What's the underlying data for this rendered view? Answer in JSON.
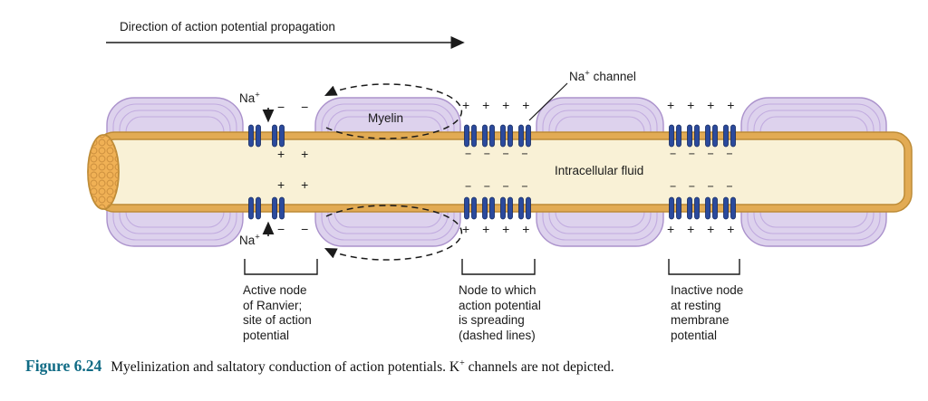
{
  "propagation": {
    "label": "Direction of action potential propagation"
  },
  "labels": {
    "myelin": "Myelin",
    "intracellular": "Intracellular fluid",
    "na": {
      "base": "Na",
      "sup": "+"
    },
    "na_channel": {
      "base": "Na",
      "sup": "+",
      "rest": " channel"
    }
  },
  "signs": {
    "n1_top_out": "− −",
    "n1_top_in": "+ +",
    "n1_bot_in": "+ +",
    "n1_bot_out": "− −",
    "n2_top_out": "+ + + +",
    "n2_top_in": "− − − −",
    "n2_bot_in": "− − − −",
    "n2_bot_out": "+ + + +",
    "n3_top_out": "+ + + +",
    "n3_top_in": "− − − −",
    "n3_bot_in": "− − − −",
    "n3_bot_out": "+ + + +"
  },
  "annotations": {
    "node1": "Active node\nof Ranvier;\nsite of action\npotential",
    "node2": "Node to which\naction potential\nis spreading\n(dashed lines)",
    "node3": "Inactive node\nat resting\nmembrane\npotential"
  },
  "caption": {
    "figure_label": "Figure 6.24",
    "text_before_sup": "Myelinization and saltatory conduction of action potentials. K",
    "sup": "+",
    "text_after_sup": " channels are not depicted."
  },
  "colors": {
    "myelin": "#ddd2ed",
    "myelin_edge": "#ab92cc",
    "myelin_line": "#c1abdf",
    "axon": "#f9f1d6",
    "membrane": "#e2ab54",
    "membrane_dark": "#bd8b36",
    "channel": "#2b4a9d",
    "channel_dark": "#15295e",
    "cap": "#f0b155",
    "cap_line": "#cf9240",
    "ink": "#1a1a1a",
    "figure_accent": "#106b85"
  }
}
